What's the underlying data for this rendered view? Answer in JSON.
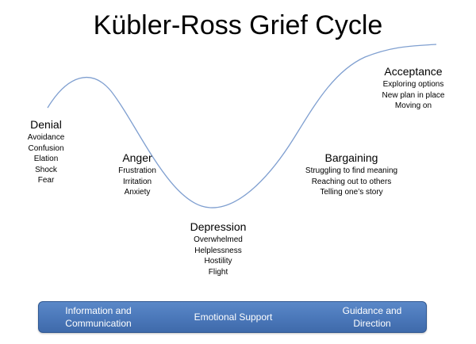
{
  "title": "Kübler-Ross Grief Cycle",
  "colors": {
    "curve": "#7f9fd0",
    "band": "#4a77b9",
    "band_text": "#ffffff"
  },
  "stages": [
    {
      "name": "Denial",
      "items": [
        "Avoidance",
        "Confusion",
        "Elation",
        "Shock",
        "Fear"
      ]
    },
    {
      "name": "Anger",
      "items": [
        "Frustration",
        "Irritation",
        "Anxiety"
      ]
    },
    {
      "name": "Depression",
      "items": [
        "Overwhelmed",
        "Helplessness",
        "Hostility",
        "Flight"
      ]
    },
    {
      "name": "Bargaining",
      "items": [
        "Struggling to find meaning",
        "Reaching out to others",
        "Telling one’s story"
      ]
    },
    {
      "name": "Acceptance",
      "items": [
        "Exploring options",
        "New plan in place",
        "Moving on"
      ]
    }
  ],
  "support_band": {
    "left": [
      "Information and",
      "Communication"
    ],
    "middle": "Emotional Support",
    "right": [
      "Guidance and",
      "Direction"
    ]
  }
}
